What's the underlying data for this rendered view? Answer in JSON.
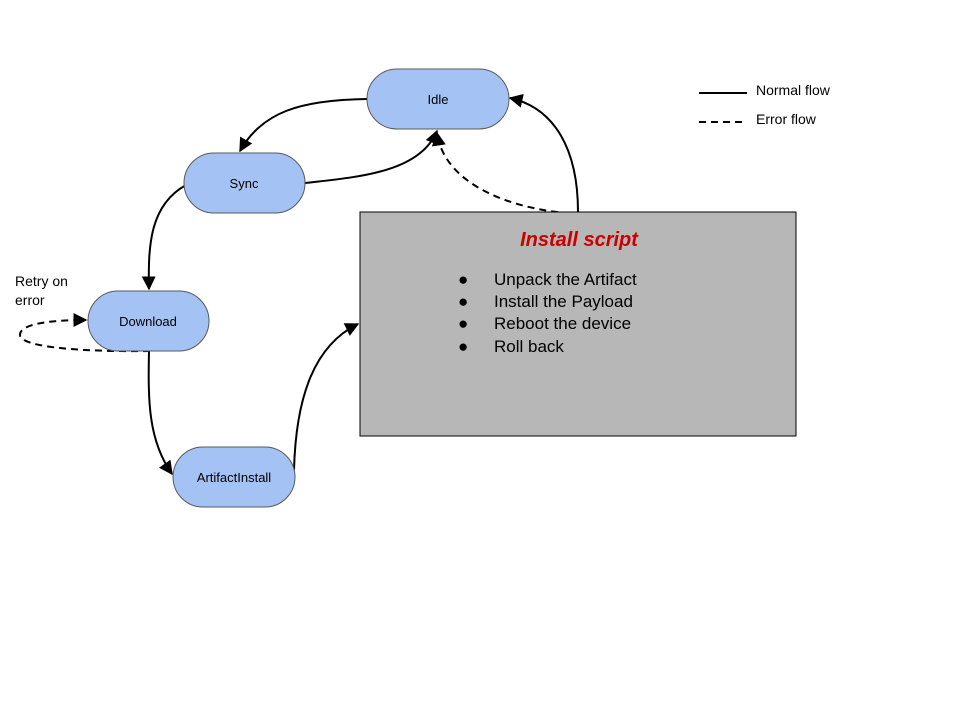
{
  "colors": {
    "node_fill": "#a4c2f4",
    "node_stroke": "#595959",
    "script_box_fill": "#b7b7b7",
    "script_title": "#cc0000",
    "edge": "#000000"
  },
  "nodes": {
    "idle": "Idle",
    "sync": "Sync",
    "download": "Download",
    "artifact_install": "ArtifactInstall"
  },
  "legend": {
    "normal_flow": "Normal flow",
    "error_flow": "Error flow"
  },
  "retry_note": {
    "line1": "Retry on",
    "line2": "error"
  },
  "install_script": {
    "title": "Install script",
    "bullet": "●",
    "steps": [
      "Unpack the Artifact",
      "Install the Payload",
      "Reboot the device",
      "Roll back"
    ]
  }
}
